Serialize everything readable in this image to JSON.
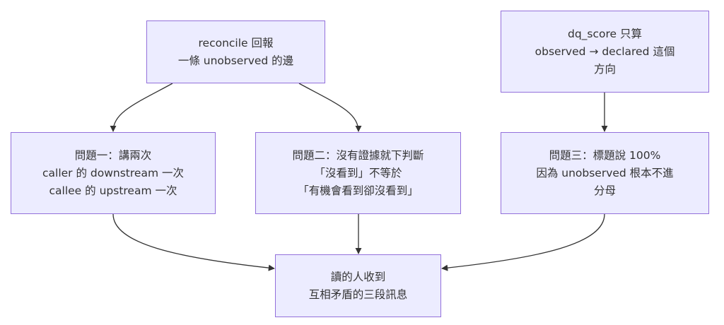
{
  "diagram": {
    "nodes": {
      "reconcile": {
        "lines": [
          "reconcile 回報",
          "一條 unobserved 的邊"
        ]
      },
      "dq_score": {
        "lines": [
          "dq_score 只算",
          "observed → declared 這個",
          "方向"
        ]
      },
      "issue_one": {
        "lines": [
          "問題一：講兩次",
          "caller 的 downstream 一次",
          "callee 的 upstream 一次"
        ]
      },
      "issue_two": {
        "lines": [
          "問題二：沒有證據就下判斷",
          "「沒看到」不等於",
          "「有機會看到卻沒看到」"
        ]
      },
      "issue_three": {
        "lines": [
          "問題三：標題說 100%",
          "因為 unobserved 根本不進",
          "分母"
        ]
      },
      "reader": {
        "lines": [
          "讀的人收到",
          "互相矛盾的三段訊息"
        ]
      }
    },
    "edges": [
      {
        "from": "reconcile",
        "to": "issue_one"
      },
      {
        "from": "reconcile",
        "to": "issue_two"
      },
      {
        "from": "dq_score",
        "to": "issue_three"
      },
      {
        "from": "issue_one",
        "to": "reader"
      },
      {
        "from": "issue_two",
        "to": "reader"
      },
      {
        "from": "issue_three",
        "to": "reader"
      }
    ],
    "colors": {
      "node_fill": "#ECECFF",
      "node_border": "#9370DB",
      "edge": "#333333",
      "text": "#333333"
    }
  }
}
